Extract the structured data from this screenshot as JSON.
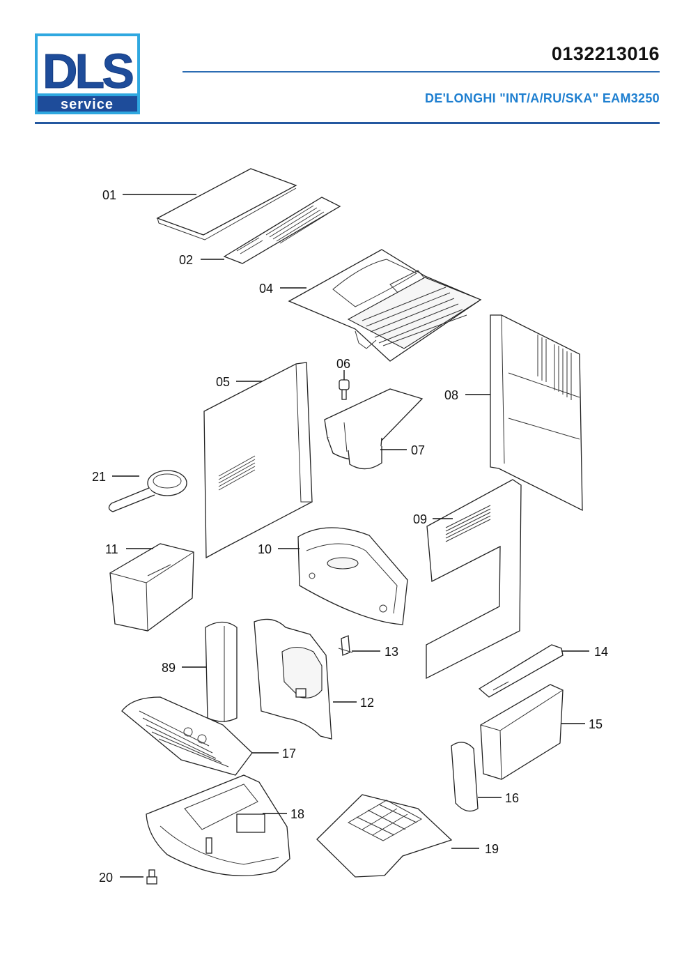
{
  "header": {
    "logo_top": "DLS",
    "logo_bottom": "service",
    "part_number": "0132213016",
    "model": "DE'LONGHI \"INT/A/RU/SKA\" EAM3250"
  },
  "colors": {
    "logo_blue": "#1e4c9a",
    "logo_cyan": "#2fa8e0",
    "rule": "#2458a0",
    "model_text": "#1e7fd0"
  },
  "callouts": [
    "01",
    "02",
    "04",
    "05",
    "06",
    "07",
    "08",
    "21",
    "09",
    "11",
    "10",
    "14",
    "13",
    "89",
    "12",
    "15",
    "17",
    "16",
    "18",
    "19",
    "20"
  ]
}
